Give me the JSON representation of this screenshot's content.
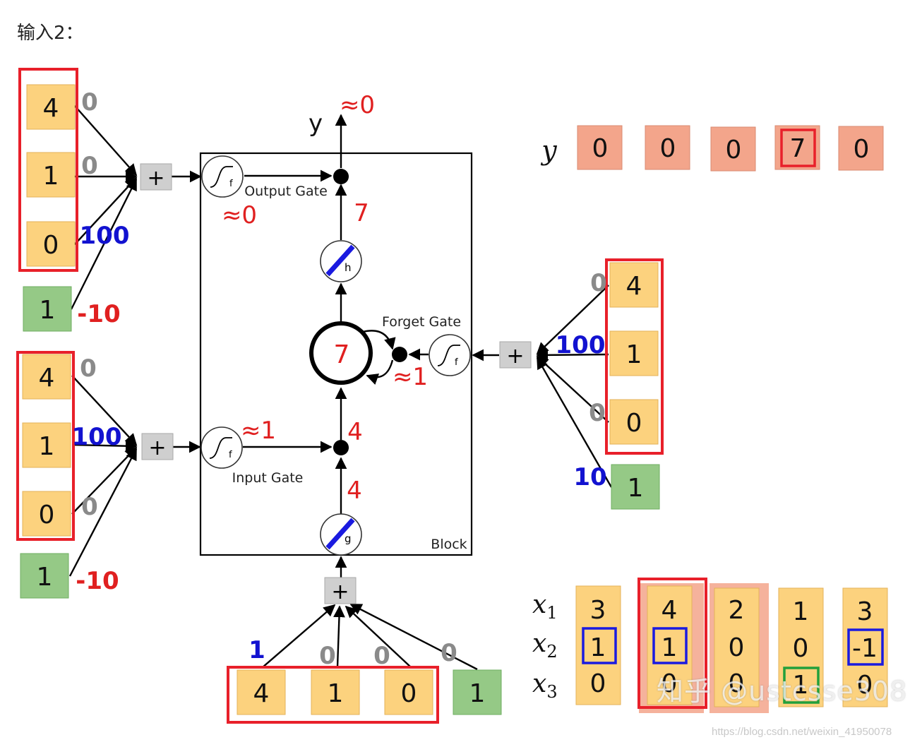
{
  "title": "输入2：",
  "colors": {
    "input_cell": "#fcd27e",
    "bias_cell": "#95c986",
    "output_cell": "#f3a58b",
    "highlight_red": "#e8202a",
    "highlight_blue": "#1a1ae0",
    "highlight_green": "#22a03c",
    "weight_gray": "#8a8a8a",
    "weight_blue": "#1212d0",
    "value_red": "#e02020",
    "line": "#000000"
  },
  "icons": {
    "gate": "sigmoid-curve-icon",
    "activation": "linear-slash-icon",
    "sum": "plus-box-icon",
    "multiply": "black-dot-icon"
  },
  "block": {
    "label": "Block",
    "cell_value": "7",
    "output_label": "y",
    "output_approx": "≈0",
    "h_to_out_value": "7",
    "g_out_value": "4",
    "input_mult_value": "4",
    "forget_self_value": "≈1"
  },
  "sum_symbol": "+",
  "output_gate": {
    "label": "Output Gate",
    "value": "≈0",
    "inputs": [
      "4",
      "1",
      "0"
    ],
    "bias": "1",
    "weights": [
      "0",
      "0",
      "100"
    ],
    "bias_weight": "-10"
  },
  "input_gate": {
    "label": "Input Gate",
    "value": "≈1",
    "inputs": [
      "4",
      "1",
      "0"
    ],
    "bias": "1",
    "weights": [
      "0",
      "100",
      "0"
    ],
    "bias_weight": "-10"
  },
  "forget_gate": {
    "label": "Forget Gate",
    "value": "≈1",
    "inputs": [
      "4",
      "1",
      "0"
    ],
    "bias": "1",
    "weights": [
      "0",
      "100",
      "0"
    ],
    "bias_weight": "10"
  },
  "cell_input": {
    "inputs": [
      "4",
      "1",
      "0"
    ],
    "bias": "1",
    "weights": [
      "1",
      "0",
      "0",
      "0"
    ]
  },
  "gate_subscripts": {
    "f": "f",
    "g": "g",
    "h": "h"
  },
  "y_sequence": {
    "label": "y",
    "values": [
      "0",
      "0",
      "0",
      "7",
      "0"
    ],
    "highlight_index": 3
  },
  "x_sequence": {
    "labels": [
      "x1",
      "x2",
      "x3"
    ],
    "columns": [
      [
        "3",
        "1",
        "0"
      ],
      [
        "4",
        "1",
        "0"
      ],
      [
        "2",
        "0",
        "0"
      ],
      [
        "1",
        "0",
        "1"
      ],
      [
        "3",
        "-1",
        "0"
      ]
    ]
  },
  "watermark": {
    "logo": "知乎 @ustcsse308",
    "url": "https://blog.csdn.net/weixin_41950078"
  }
}
